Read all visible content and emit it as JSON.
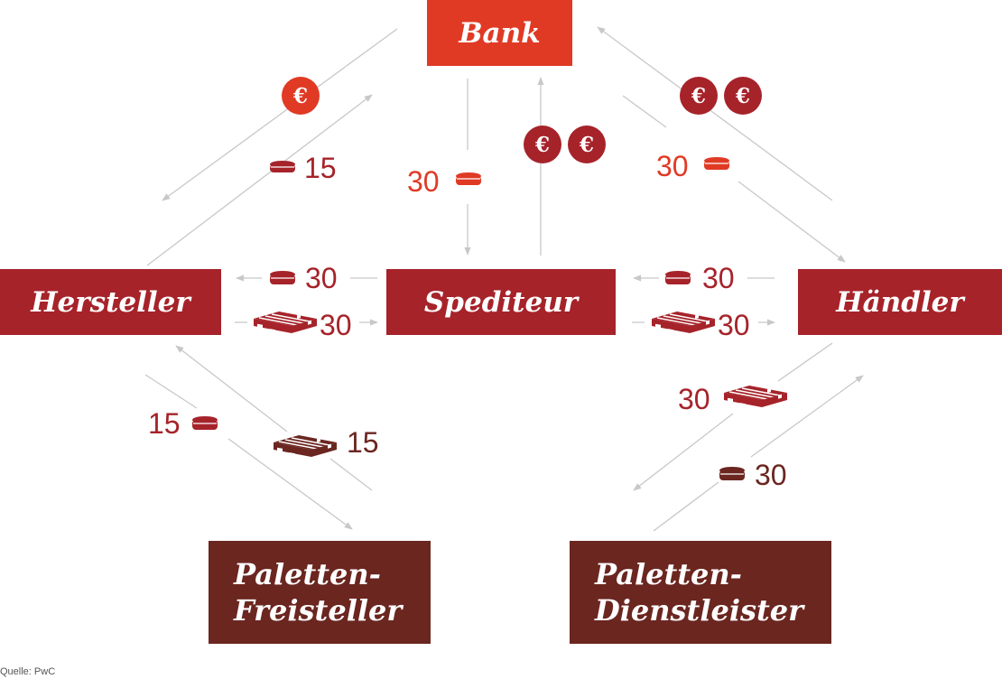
{
  "colors": {
    "bright_red": "#e03a25",
    "dark_red": "#a6232a",
    "maroon": "#6b2620",
    "arrow_gray": "#c8c8c8"
  },
  "nodes": {
    "bank": "Bank",
    "hersteller": "Hersteller",
    "spediteur": "Spediteur",
    "haendler": "Händler",
    "paletten_freisteller": [
      "Paletten-",
      "Freisteller"
    ],
    "paletten_dienstleister": [
      "Paletten-",
      "Dienstleister"
    ]
  },
  "flows": {
    "bank_to_hersteller": {
      "symbol": "euro-coin",
      "count": 1,
      "color": "bright_red"
    },
    "hersteller_to_bank": {
      "symbol": "coin-stack",
      "value": "15",
      "color": "dark_red"
    },
    "bank_to_spediteur": {
      "symbol": "coin-stack",
      "value": "30",
      "color": "bright_red"
    },
    "spediteur_to_bank": {
      "symbol": "euro-coin",
      "count": 2,
      "color": "dark_red"
    },
    "haendler_to_bank_euros": {
      "symbol": "euro-coin",
      "count": 2,
      "color": "dark_red"
    },
    "bank_to_haendler": {
      "symbol": "coin-stack",
      "value": "30",
      "color": "bright_red"
    },
    "spediteur_to_hersteller": {
      "symbol": "coin-stack",
      "value": "30",
      "color": "dark_red"
    },
    "hersteller_to_spediteur": {
      "symbol": "pallet",
      "value": "30",
      "color": "dark_red"
    },
    "haendler_to_spediteur": {
      "symbol": "coin-stack",
      "value": "30",
      "color": "dark_red"
    },
    "spediteur_to_haendler": {
      "symbol": "pallet",
      "value": "30",
      "color": "dark_red"
    },
    "hersteller_to_freisteller": {
      "symbol": "coin-stack",
      "value": "15",
      "color": "dark_red"
    },
    "freisteller_to_hersteller": {
      "symbol": "pallet",
      "value": "15",
      "color": "maroon"
    },
    "haendler_to_dienstleister": {
      "symbol": "pallet",
      "value": "30",
      "color": "dark_red"
    },
    "dienstleister_to_haendler": {
      "symbol": "coin-stack",
      "value": "30",
      "color": "maroon"
    }
  },
  "source": "Quelle: PwC"
}
